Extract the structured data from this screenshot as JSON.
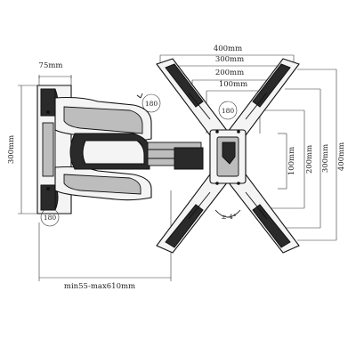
{
  "dimensions": {
    "plate_width": "75mm",
    "plate_height": "300mm",
    "vesa_h_400": "400mm",
    "vesa_h_300": "300mm",
    "vesa_h_200": "200mm",
    "vesa_h_100": "100mm",
    "vesa_v_100": "100mm",
    "vesa_v_200": "200mm",
    "vesa_v_300": "300mm",
    "vesa_v_400": "400mm",
    "extension": "min55-max610mm"
  },
  "rotations": {
    "upper_arm": "180",
    "lower_arm": "180",
    "tv_rotate": "180",
    "tilt": "± 4°"
  },
  "colors": {
    "line": "#111111",
    "dark_part": "#2a2a2a",
    "mid_part": "#bdbdbd"
  }
}
